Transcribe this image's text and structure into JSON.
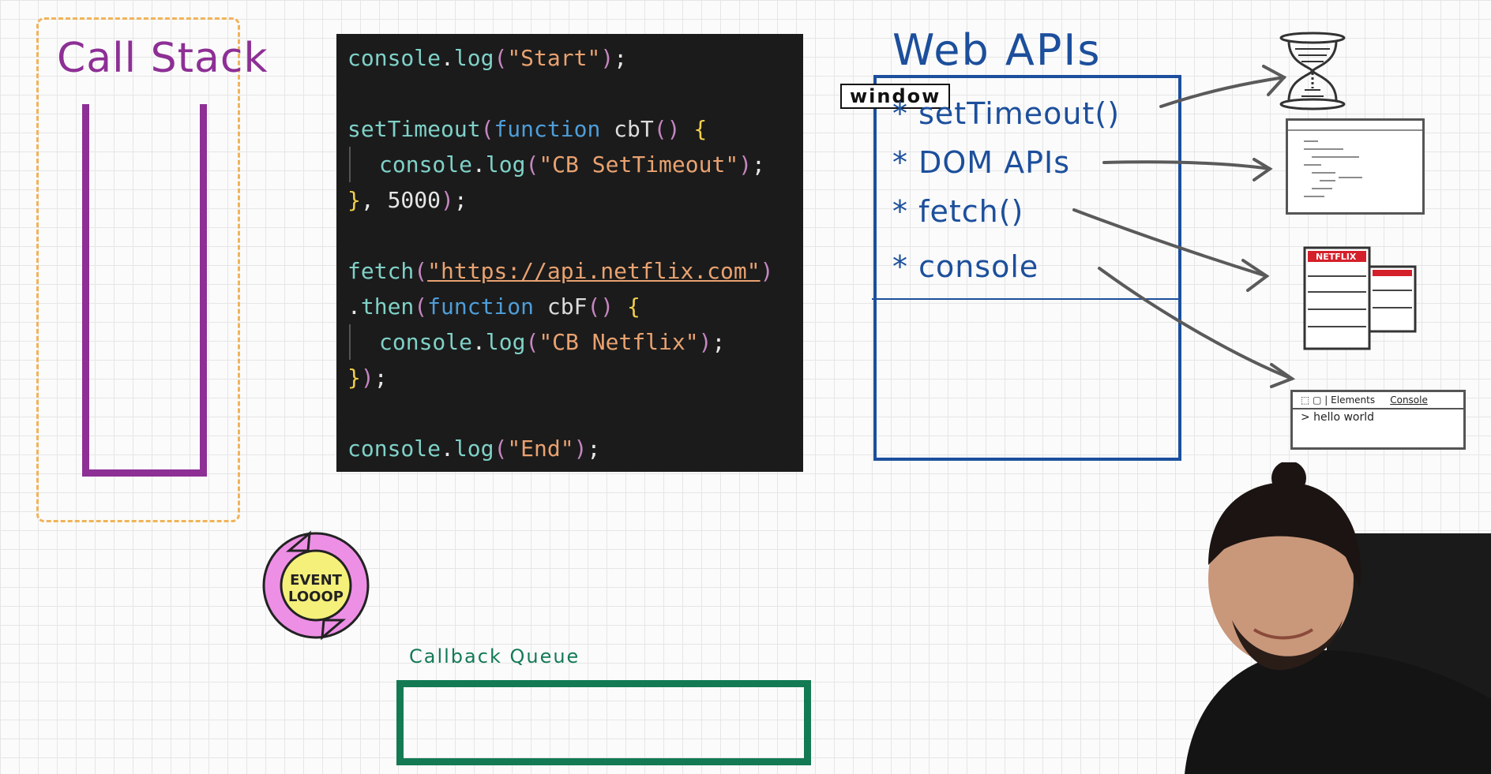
{
  "call_stack": {
    "title": "Call Stack"
  },
  "code": {
    "lines": [
      {
        "parts": [
          [
            "fn",
            "console"
          ],
          [
            "plain",
            "."
          ],
          [
            "fn",
            "log"
          ],
          [
            "par",
            "("
          ],
          [
            "str",
            "\"Start\""
          ],
          [
            "par",
            ")"
          ],
          [
            "plain",
            ";"
          ]
        ]
      },
      null,
      {
        "parts": [
          [
            "fn",
            "setTimeout"
          ],
          [
            "par",
            "("
          ],
          [
            "kw",
            "function"
          ],
          [
            "plain",
            " "
          ],
          [
            "name",
            "cbT"
          ],
          [
            "par",
            "() "
          ],
          [
            "bracket",
            "{"
          ]
        ]
      },
      {
        "indent": true,
        "parts": [
          [
            "fn",
            "console"
          ],
          [
            "plain",
            "."
          ],
          [
            "fn",
            "log"
          ],
          [
            "par",
            "("
          ],
          [
            "str",
            "\"CB SetTimeout\""
          ],
          [
            "par",
            ")"
          ],
          [
            "plain",
            ";"
          ]
        ]
      },
      {
        "parts": [
          [
            "bracket",
            "}"
          ],
          [
            "plain",
            ", "
          ],
          [
            "num",
            "5000"
          ],
          [
            "par",
            ")"
          ],
          [
            "plain",
            ";"
          ]
        ]
      },
      null,
      {
        "parts": [
          [
            "fn",
            "fetch"
          ],
          [
            "par",
            "("
          ],
          [
            "url",
            "\"https://api.netflix.com\""
          ],
          [
            "par",
            ")"
          ]
        ]
      },
      {
        "parts": [
          [
            "plain",
            "."
          ],
          [
            "fn",
            "then"
          ],
          [
            "par",
            "("
          ],
          [
            "kw",
            "function"
          ],
          [
            "plain",
            " "
          ],
          [
            "name",
            "cbF"
          ],
          [
            "par",
            "() "
          ],
          [
            "bracket",
            "{"
          ]
        ]
      },
      {
        "indent": true,
        "parts": [
          [
            "fn",
            "console"
          ],
          [
            "plain",
            "."
          ],
          [
            "fn",
            "log"
          ],
          [
            "par",
            "("
          ],
          [
            "str",
            "\"CB Netflix\""
          ],
          [
            "par",
            ")"
          ],
          [
            "plain",
            ";"
          ]
        ]
      },
      {
        "parts": [
          [
            "bracket",
            "}"
          ],
          [
            "par",
            ")"
          ],
          [
            "plain",
            ";"
          ]
        ]
      },
      null,
      {
        "parts": [
          [
            "fn",
            "console"
          ],
          [
            "plain",
            "."
          ],
          [
            "fn",
            "log"
          ],
          [
            "par",
            "("
          ],
          [
            "str",
            "\"End\""
          ],
          [
            "par",
            ")"
          ],
          [
            "plain",
            ";"
          ]
        ]
      }
    ]
  },
  "web_apis": {
    "title": "Web APIs",
    "window_label": "window",
    "items": [
      "* setTimeout()",
      "* DOM APIs",
      "* fetch()",
      "* console"
    ]
  },
  "event_loop": {
    "line1": "EVENT",
    "line2": "LOOOP"
  },
  "callback_queue": {
    "title": "Callback Queue"
  },
  "netflix_logo": "NETFLIX",
  "devtools": {
    "tab_elements": "Elements",
    "tab_console": "Console",
    "console_output": "> hello world"
  },
  "colors": {
    "call_stack": "#8d2f95",
    "web_apis": "#1c4f9c",
    "callback_queue": "#137a54",
    "event_loop_ring": "#ee8fe6",
    "event_loop_center": "#f5f07a",
    "code_bg": "#1b1b1b"
  }
}
